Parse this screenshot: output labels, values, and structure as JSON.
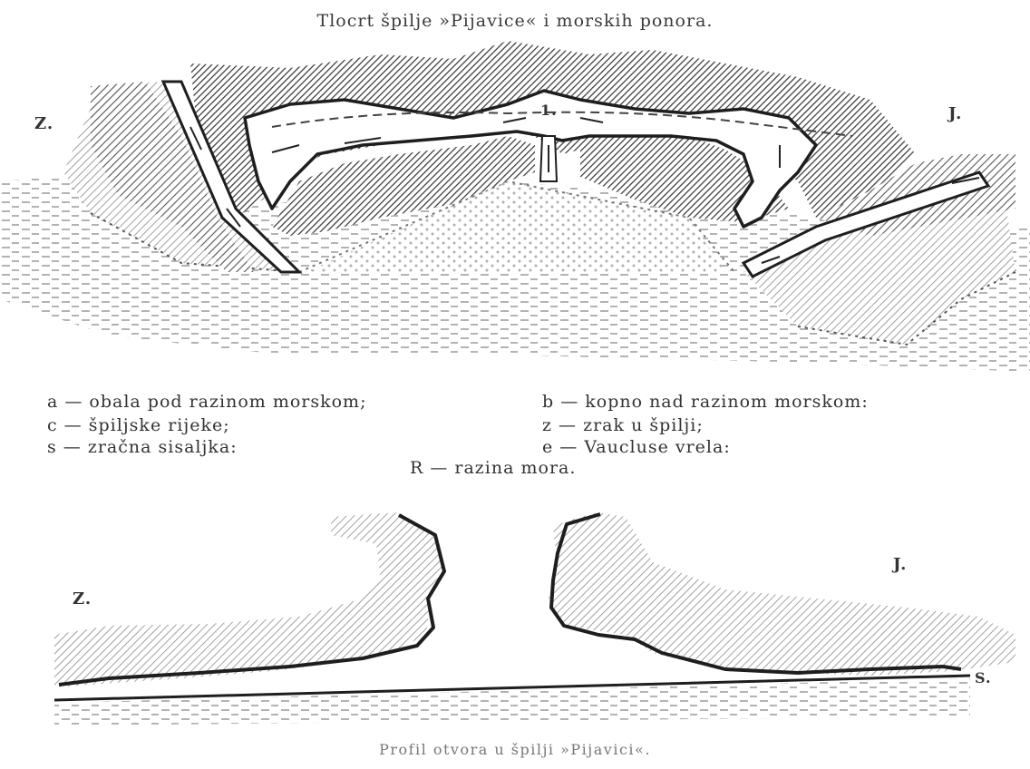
{
  "plan": {
    "title": "Tlocrt špilje »Pijavice« i morskih ponora.",
    "compass_west": "Z.",
    "compass_east": "J.",
    "cave_mark": "1."
  },
  "legend": {
    "a": "a — obala pod razinom morskom;",
    "b": "b — kopno nad razinom morskom:",
    "c": "c — špiljske rijeke;",
    "z": "z — zrak u špilji;",
    "s": "s — zračna sisaljka:",
    "e": "e — Vaucluse vrela:",
    "r": "R — razina mora."
  },
  "profile": {
    "compass_west": "Z.",
    "compass_east": "J.",
    "sea_level_mark": "S.",
    "caption": "Profil otvora u špilji »Pijavici«."
  },
  "colors": {
    "ink": "#1e1e1e",
    "hatch": "#5a5a5a",
    "paper": "#ffffff"
  }
}
